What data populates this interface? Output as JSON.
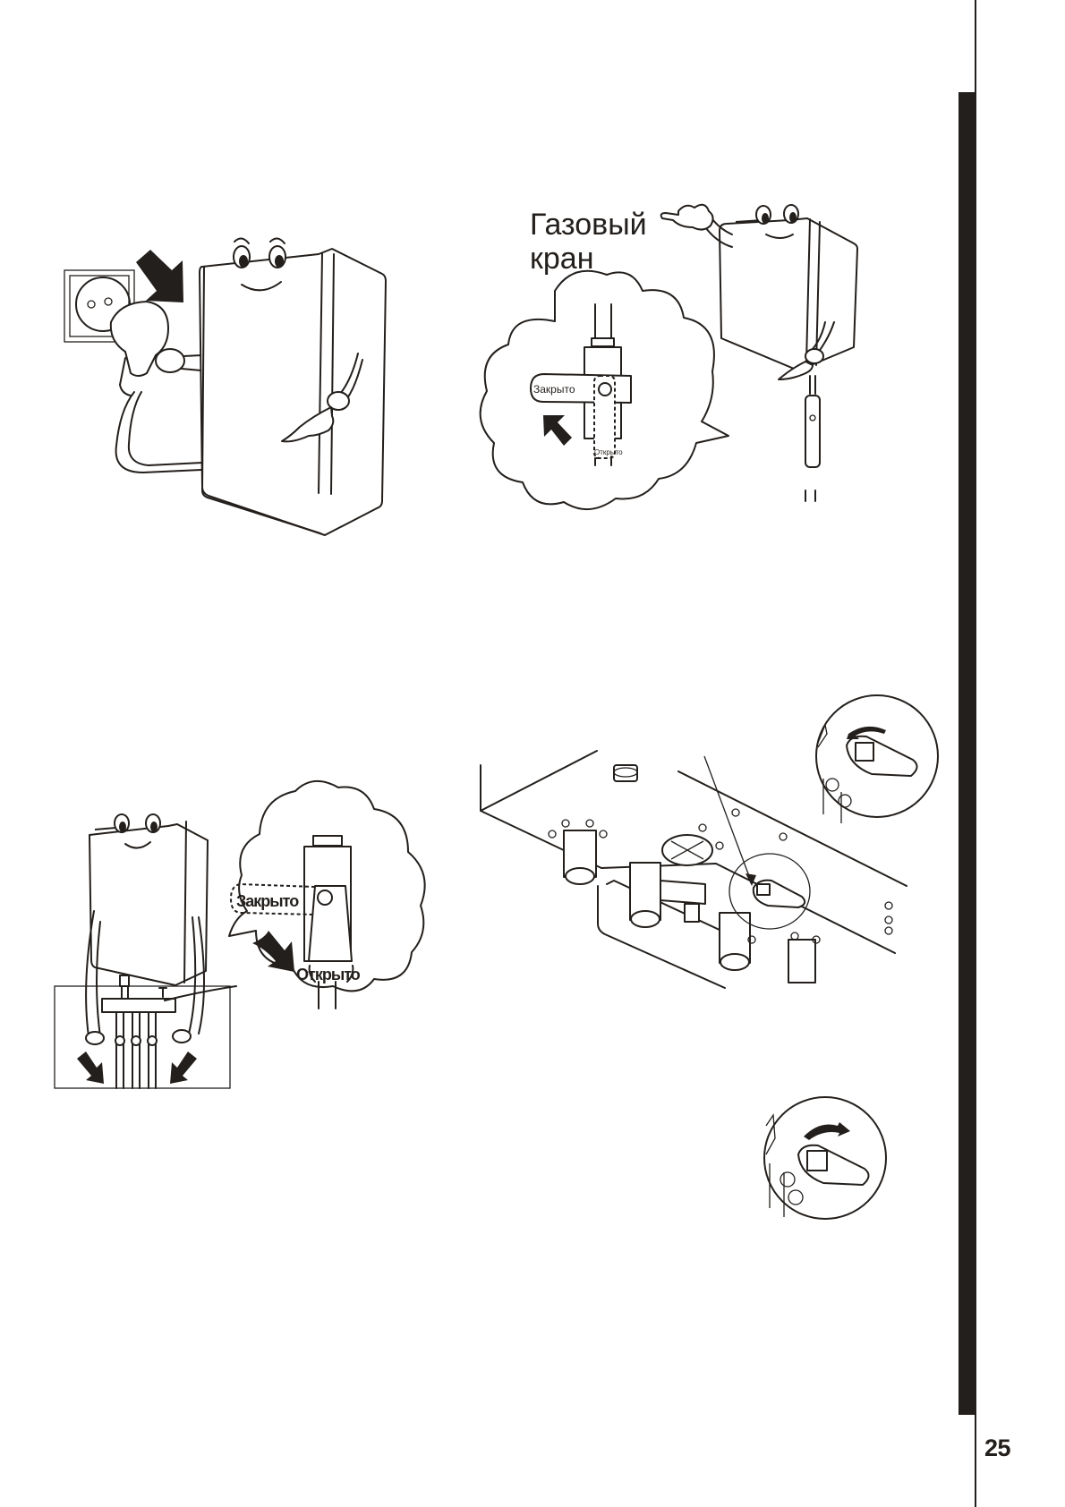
{
  "page": {
    "number": "25"
  },
  "illustrations": {
    "unplug": {
      "description": "heater mascot pulling plug from socket"
    },
    "gas_valve": {
      "label_line1": "Газовый",
      "label_line2": "кран",
      "closed_label": "Закрыто",
      "open_label": "Открыто"
    },
    "water_valves": {
      "closed_label": "Закрыто",
      "open_label": "Открыто"
    },
    "drain_plug": {
      "description": "bottom view of heater with drain plug detail, rotate counter-clockwise to open and clockwise to close"
    }
  },
  "colors": {
    "ink": "#231f1c",
    "paper": "#ffffff"
  }
}
